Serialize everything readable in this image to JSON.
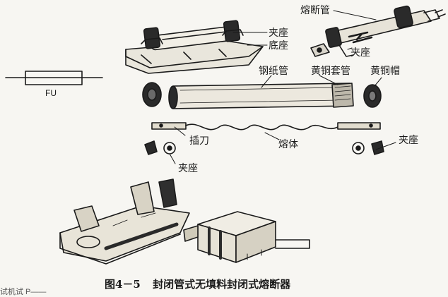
{
  "symbol": {
    "label": "FU"
  },
  "labels": {
    "fuse_tube_top": "熔断管",
    "clip_top_left": "夹座",
    "base": "底座",
    "clip_top_right": "夹座",
    "steel_paper_tube": "钢纸管",
    "brass_sleeve": "黄铜套管",
    "brass_cap": "黄铜帽",
    "blade": "插刀",
    "melt": "熔体",
    "clip_mid_right": "夹座",
    "clip_bottom_left": "夹座"
  },
  "caption": {
    "number": "图4－5",
    "title": "封闭管式无填料封闭式熔断器"
  },
  "footer_fragment": "试机试 P——"
}
